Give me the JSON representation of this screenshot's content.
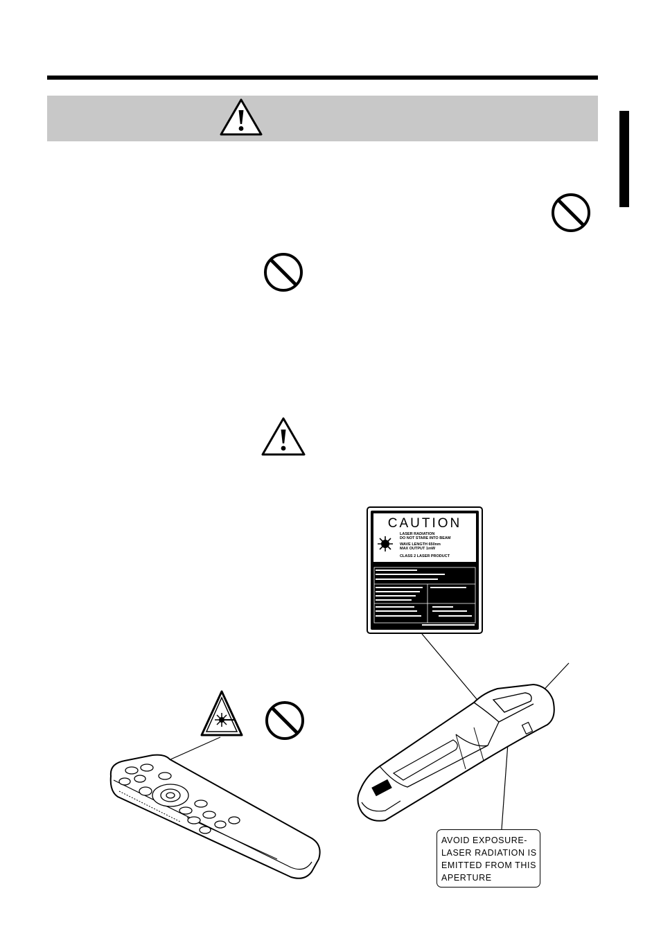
{
  "page": {
    "top_rule_icon": "horizontal-rule",
    "warning_icon": "exclamation-triangle-icon",
    "prohibition_icon": "prohibition-circle-icon",
    "laser_icon": "laser-hazard-triangle-icon"
  },
  "caution_label": {
    "title": "CAUTION",
    "lines": [
      "LASER RADIATION",
      "DO NOT STARE INTO BEAM",
      "WAVE LENGTH  650nm",
      "MAX  OUTPUT  1mW",
      "CLASS 2 LASER PRODUCT"
    ]
  },
  "avoid_label": {
    "lines": [
      "AVOID EXPOSURE-",
      "LASER RADIATION IS",
      "EMITTED FROM THIS",
      "APERTURE"
    ]
  },
  "colors": {
    "band": "#c8c8c8",
    "ink": "#000000",
    "paper": "#ffffff"
  }
}
